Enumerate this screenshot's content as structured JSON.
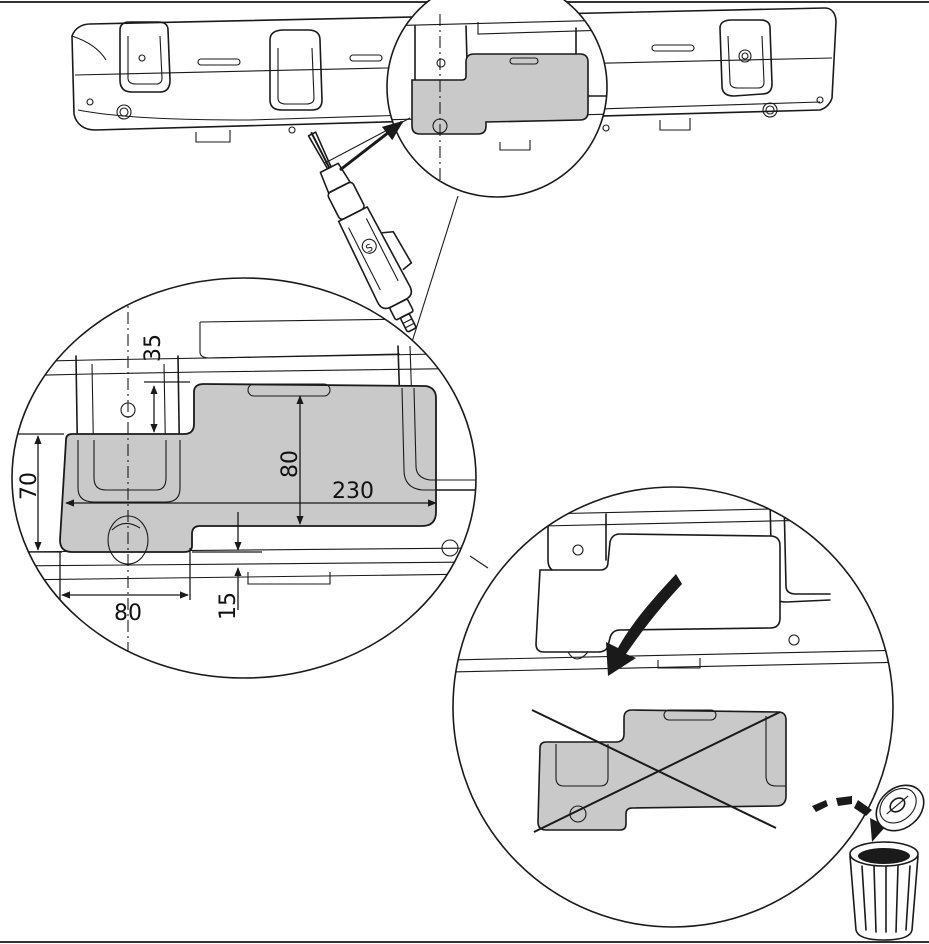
{
  "figure": {
    "dimensions": {
      "d35": "35",
      "d80_height": "80",
      "d230": "230",
      "d70": "70",
      "d80_width": "80",
      "d15": "15"
    },
    "colors": {
      "line": "#1a1a1a",
      "cut_area_fill": "#c9c9c9",
      "background": "#ffffff"
    },
    "icons": [
      "bumper-beam",
      "air-saw-tool",
      "trash-bin",
      "cross-out-mark",
      "removal-arrow"
    ]
  }
}
